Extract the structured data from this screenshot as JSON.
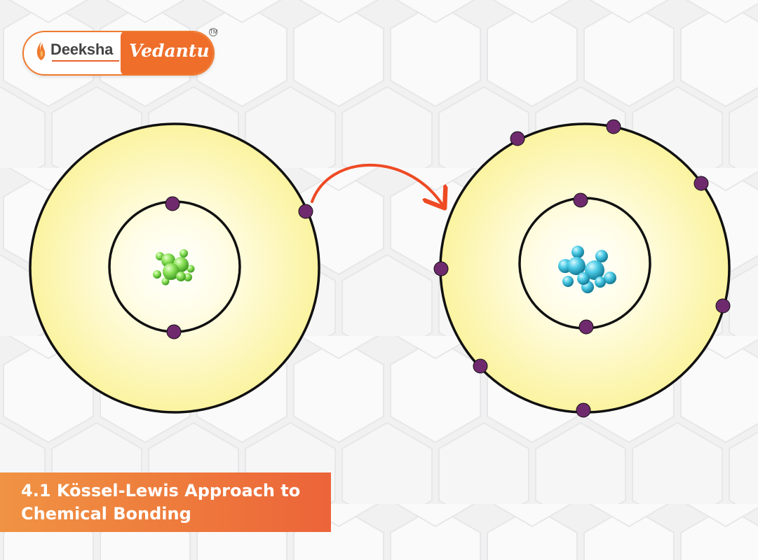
{
  "logo": {
    "left_text": "Deeksha",
    "right_text": "Vedantu",
    "trademark": "TM"
  },
  "title": {
    "line1": "4.1 Kössel-Lewis Approach to",
    "line2": "Chemical Bonding"
  },
  "colors": {
    "shell_fill": "#fbf5a8",
    "shell_core": "#fffde6",
    "electron": "#6e2a6d",
    "arrow": "#ee4a24",
    "nucleus_left": "#7bdc4a",
    "nucleus_right": "#38bfdc",
    "banner_start": "#f09343",
    "banner_end": "#ec643a"
  },
  "atoms": [
    {
      "name": "left-atom",
      "inner_electrons": 2,
      "outer_electrons": 1
    },
    {
      "name": "right-atom",
      "inner_electrons": 2,
      "outer_electrons": 7
    }
  ]
}
